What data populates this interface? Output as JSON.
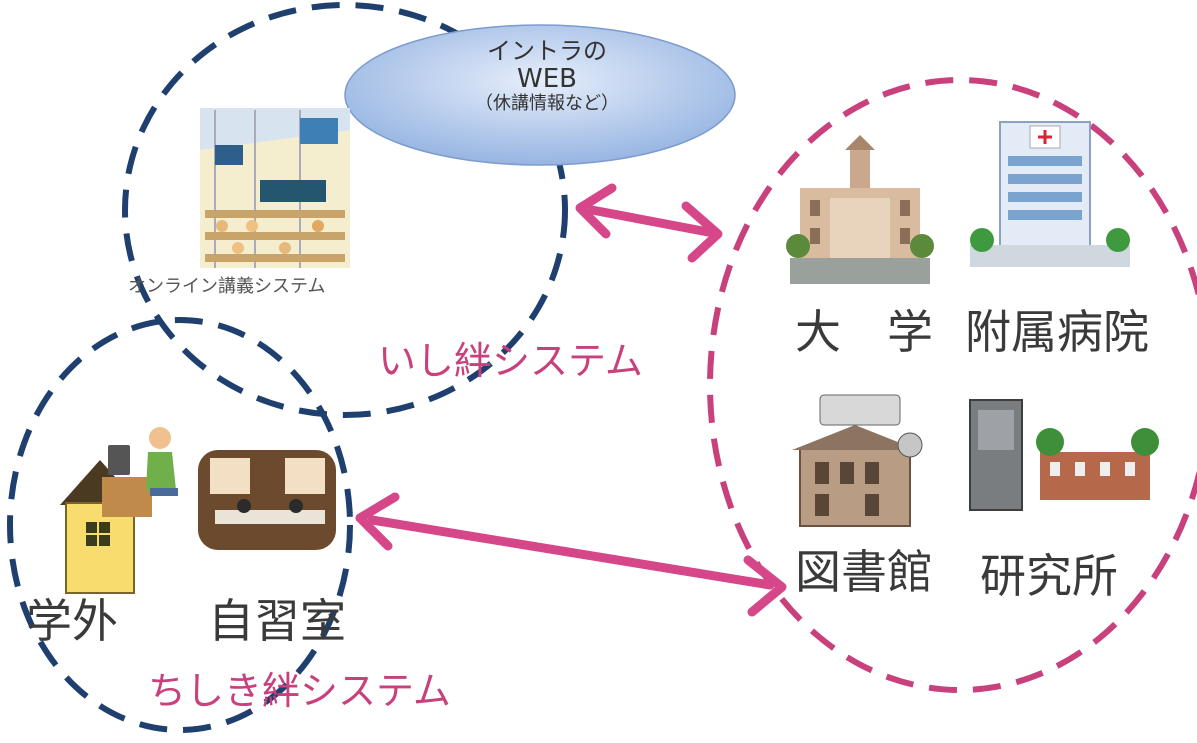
{
  "intranet_web": {
    "line1": "イントラの",
    "line2": "WEB",
    "line3": "（休講情報など）"
  },
  "ishi_kizuna": {
    "title": "いし絆システム",
    "online_lecture": "オンライン講義システム"
  },
  "chishiki_kizuna": {
    "title": "ちしき絆システム",
    "outside": "学外",
    "self_study": "自習室"
  },
  "facilities": {
    "university": "大　学",
    "hospital": "附属病院",
    "library": "図書館",
    "research": "研究所"
  },
  "colors": {
    "navy_circle": "#1f3f6e",
    "pink_circle": "#c8407c",
    "arrow": "#d6478a",
    "ellipse": "#a9c4e8"
  }
}
